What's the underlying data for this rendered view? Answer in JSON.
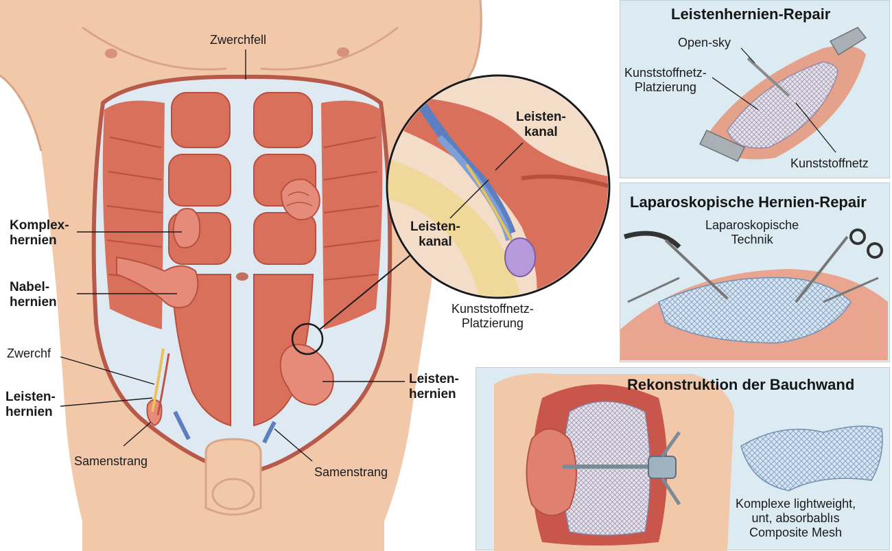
{
  "anatomy": {
    "zwerchfell_top": "Zwerchfell",
    "komplex_1": "Komplex-",
    "komplex_2": "hernien",
    "nabel_1": "Nabel-",
    "nabel_2": "hernien",
    "zwerchf": "Zwerchf",
    "leisten_left_1": "Leisten-",
    "leisten_left_2": "hernien",
    "samen_left": "Samenstrang",
    "leisten_right_1": "Leisten-",
    "leisten_right_2": "hernien",
    "samen_right": "Samenstrang"
  },
  "inset": {
    "kanal_top_1": "Leisten-",
    "kanal_top_2": "kanal",
    "kanal_mid_1": "Leisten-",
    "kanal_mid_2": "kanal",
    "mesh_1": "Kunststoffnetz-",
    "mesh_2": "Platzierung"
  },
  "panel1": {
    "title": "Leistenhernien-Repair",
    "open_sky": "Open-sky",
    "placement_1": "Kunststoffnetz-",
    "placement_2": "Platzierung",
    "mesh": "Kunststoffnetz"
  },
  "panel2": {
    "title": "Laparoskopische Hernien-Repair",
    "tech_1": "Laparoskopische",
    "tech_2": "Technik"
  },
  "panel3": {
    "title": "Rekonstruktion der Bauchwand",
    "desc_1": "Komplexe lightweight,",
    "desc_2": "unt, absorbablıs",
    "desc_3": "Composite Mesh"
  },
  "colors": {
    "skin": "#f2c8aa",
    "muscle": "#d9705c",
    "fascia": "#dfe9f2",
    "panel_bg": "#dcebf2",
    "nerve": "#e8c25a",
    "vessel": "#5b7fc0"
  }
}
